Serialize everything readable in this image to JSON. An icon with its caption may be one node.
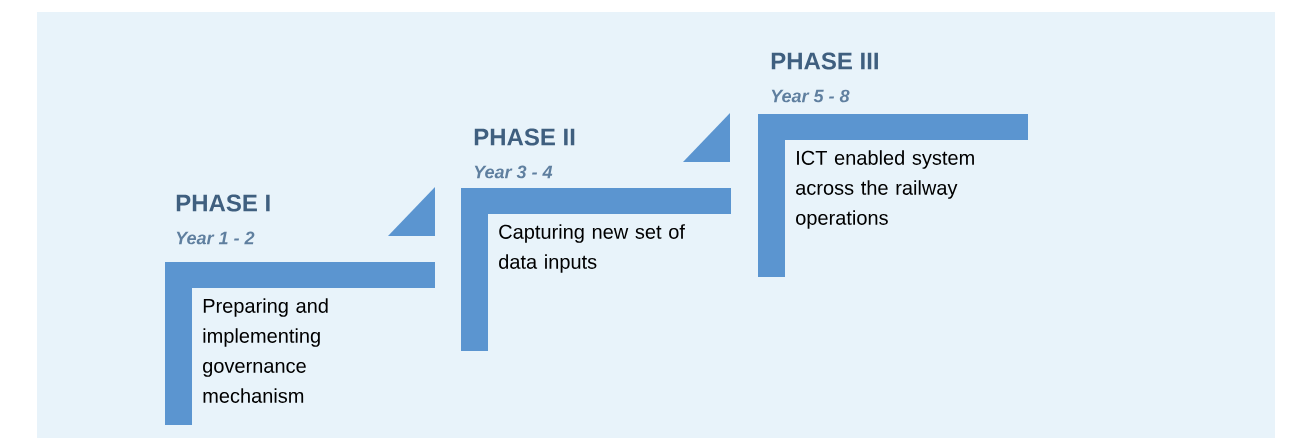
{
  "diagram": {
    "nodes": [
      {
        "text": [
          "PHASE I",
          "Year 1 - 2",
          "Preparing and implementing governance mechanism"
        ]
      },
      {
        "text": [
          "PHASE II",
          "Year 3 - 4",
          "Capturing new set of data inputs"
        ]
      },
      {
        "text": [
          "PHASE III",
          "Year 5 - 8",
          "ICT enabled system across the railway operations"
        ]
      }
    ]
  }
}
